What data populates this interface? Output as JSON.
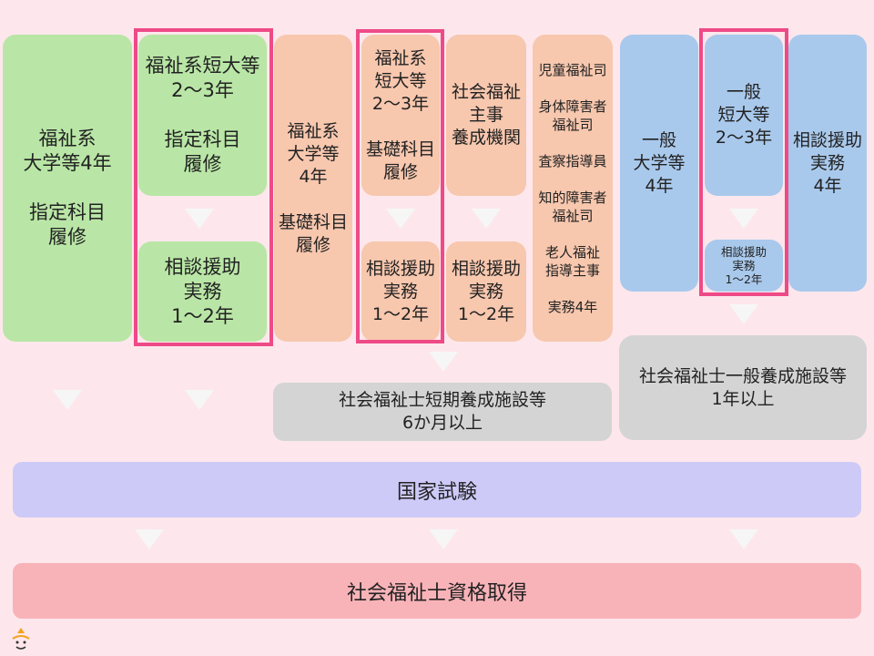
{
  "routes": {
    "col1": {
      "text": "福祉系\n大学等4年\n\n指定科目\n履修"
    },
    "col2": {
      "top": "福祉系短大等\n2〜3年\n\n指定科目\n履修",
      "bottom": "相談援助\n実務\n1〜2年"
    },
    "col3": {
      "text": "福祉系\n大学等\n4年\n\n基礎科目\n履修"
    },
    "col4": {
      "top": "福祉系\n短大等\n2〜3年\n\n基礎科目\n履修",
      "bottom": "相談援助\n実務\n1〜2年"
    },
    "col5": {
      "top": "社会福祉\n主事\n養成機関",
      "bottom": "相談援助\n実務\n1〜2年"
    },
    "col6": {
      "text": "児童福祉司\n\n身体障害者\n福祉司\n\n査察指導員\n\n知的障害者\n福祉司\n\n老人福祉\n指導主事\n\n実務4年"
    },
    "col7": {
      "text": "一般\n大学等\n4年"
    },
    "col8": {
      "top": "一般\n短大等\n2〜3年",
      "bottom": "相談援助\n実務\n1〜2年"
    },
    "col9": {
      "text": "相談援助\n実務\n4年"
    }
  },
  "facilities": {
    "short_term": "社会福祉士短期養成施設等\n6か月以上",
    "general": "社会福祉士一般養成施設等\n1年以上"
  },
  "exam": "国家試験",
  "qualification": "社会福祉士資格取得",
  "colors": {
    "green": "#b9e6a6",
    "orange": "#f7c7ae",
    "blue": "#a9c9ec",
    "gray": "#d4d4d4",
    "highlight": "#ee4a88",
    "exam": "#cdcaf8",
    "qualification": "#f8b3b8",
    "background": "#fde7ec"
  },
  "icons": [
    "down-arrow-icon",
    "mascot-logo-icon"
  ]
}
